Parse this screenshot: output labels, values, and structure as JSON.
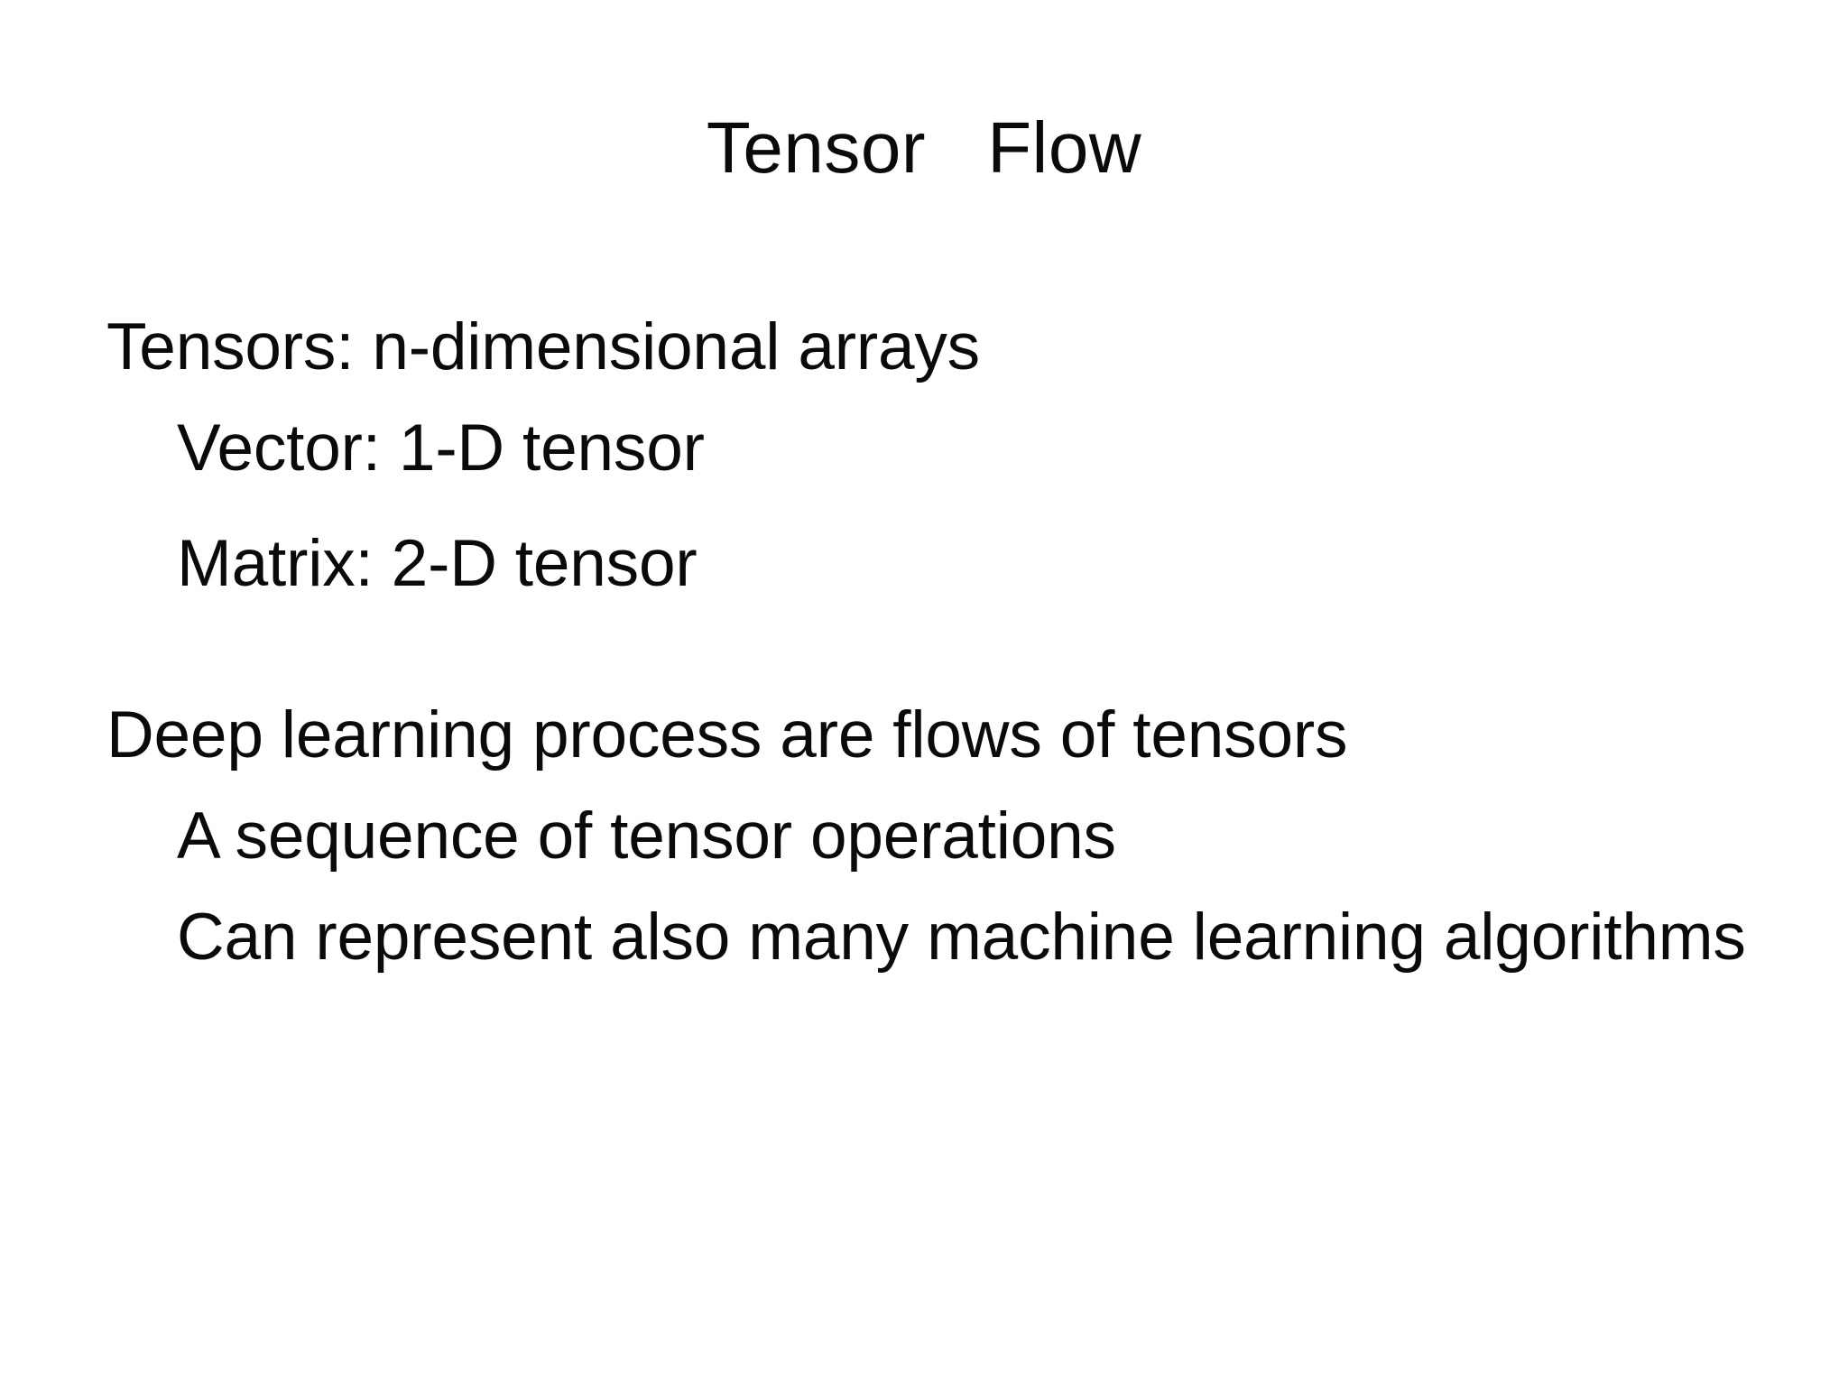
{
  "slide": {
    "background_color": "#ffffff",
    "text_color": "#0a0a0a",
    "title": "Tensor   Flow",
    "body": [
      {
        "level": 0,
        "text": "Tensors: n-dimensional arrays"
      },
      {
        "level": 1,
        "text": "Vector: 1-D tensor"
      },
      {
        "level": 1,
        "text": "Matrix: 2-D tensor"
      },
      {
        "level": 0,
        "text": "Deep learning process are flows of tensors"
      },
      {
        "level": 1,
        "text": "A sequence of tensor operations"
      },
      {
        "level": 1,
        "text": "Can represent also many machine learning algorithms"
      }
    ]
  }
}
